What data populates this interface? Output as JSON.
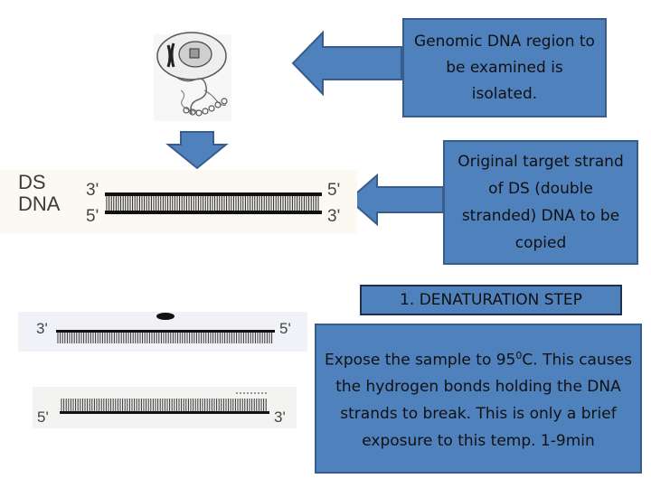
{
  "callouts": {
    "isolation": "Genomic DNA region to be examined is isolated.",
    "target": "Original target strand of DS (double stranded) DNA to be copied",
    "step_title": "1. DENATURATION STEP",
    "step_desc_part1": "Expose the sample to 95",
    "step_desc_sup": "0",
    "step_desc_part2": "C. This causes the hydrogen bonds holding the DNA strands to break. This is only a brief exposure to this temp. 1-9min"
  },
  "ds_dna": {
    "label_line1": "DS",
    "label_line2": "DNA",
    "top_left_end": "3'",
    "top_right_end": "5'",
    "bottom_left_end": "5'",
    "bottom_right_end": "3'"
  },
  "denatured": {
    "upper_left_end": "3'",
    "upper_right_end": "5'",
    "lower_left_end": "5'",
    "lower_right_end": "3'"
  },
  "colors": {
    "box_fill": "#4f81bd",
    "box_border": "#385d8a",
    "arrow_fill": "#4f81bd"
  },
  "icons": {
    "cell": "cell-nucleus-chromosome-icon",
    "arrow_left": "left-arrow-icon",
    "arrow_down": "down-arrow-icon"
  }
}
